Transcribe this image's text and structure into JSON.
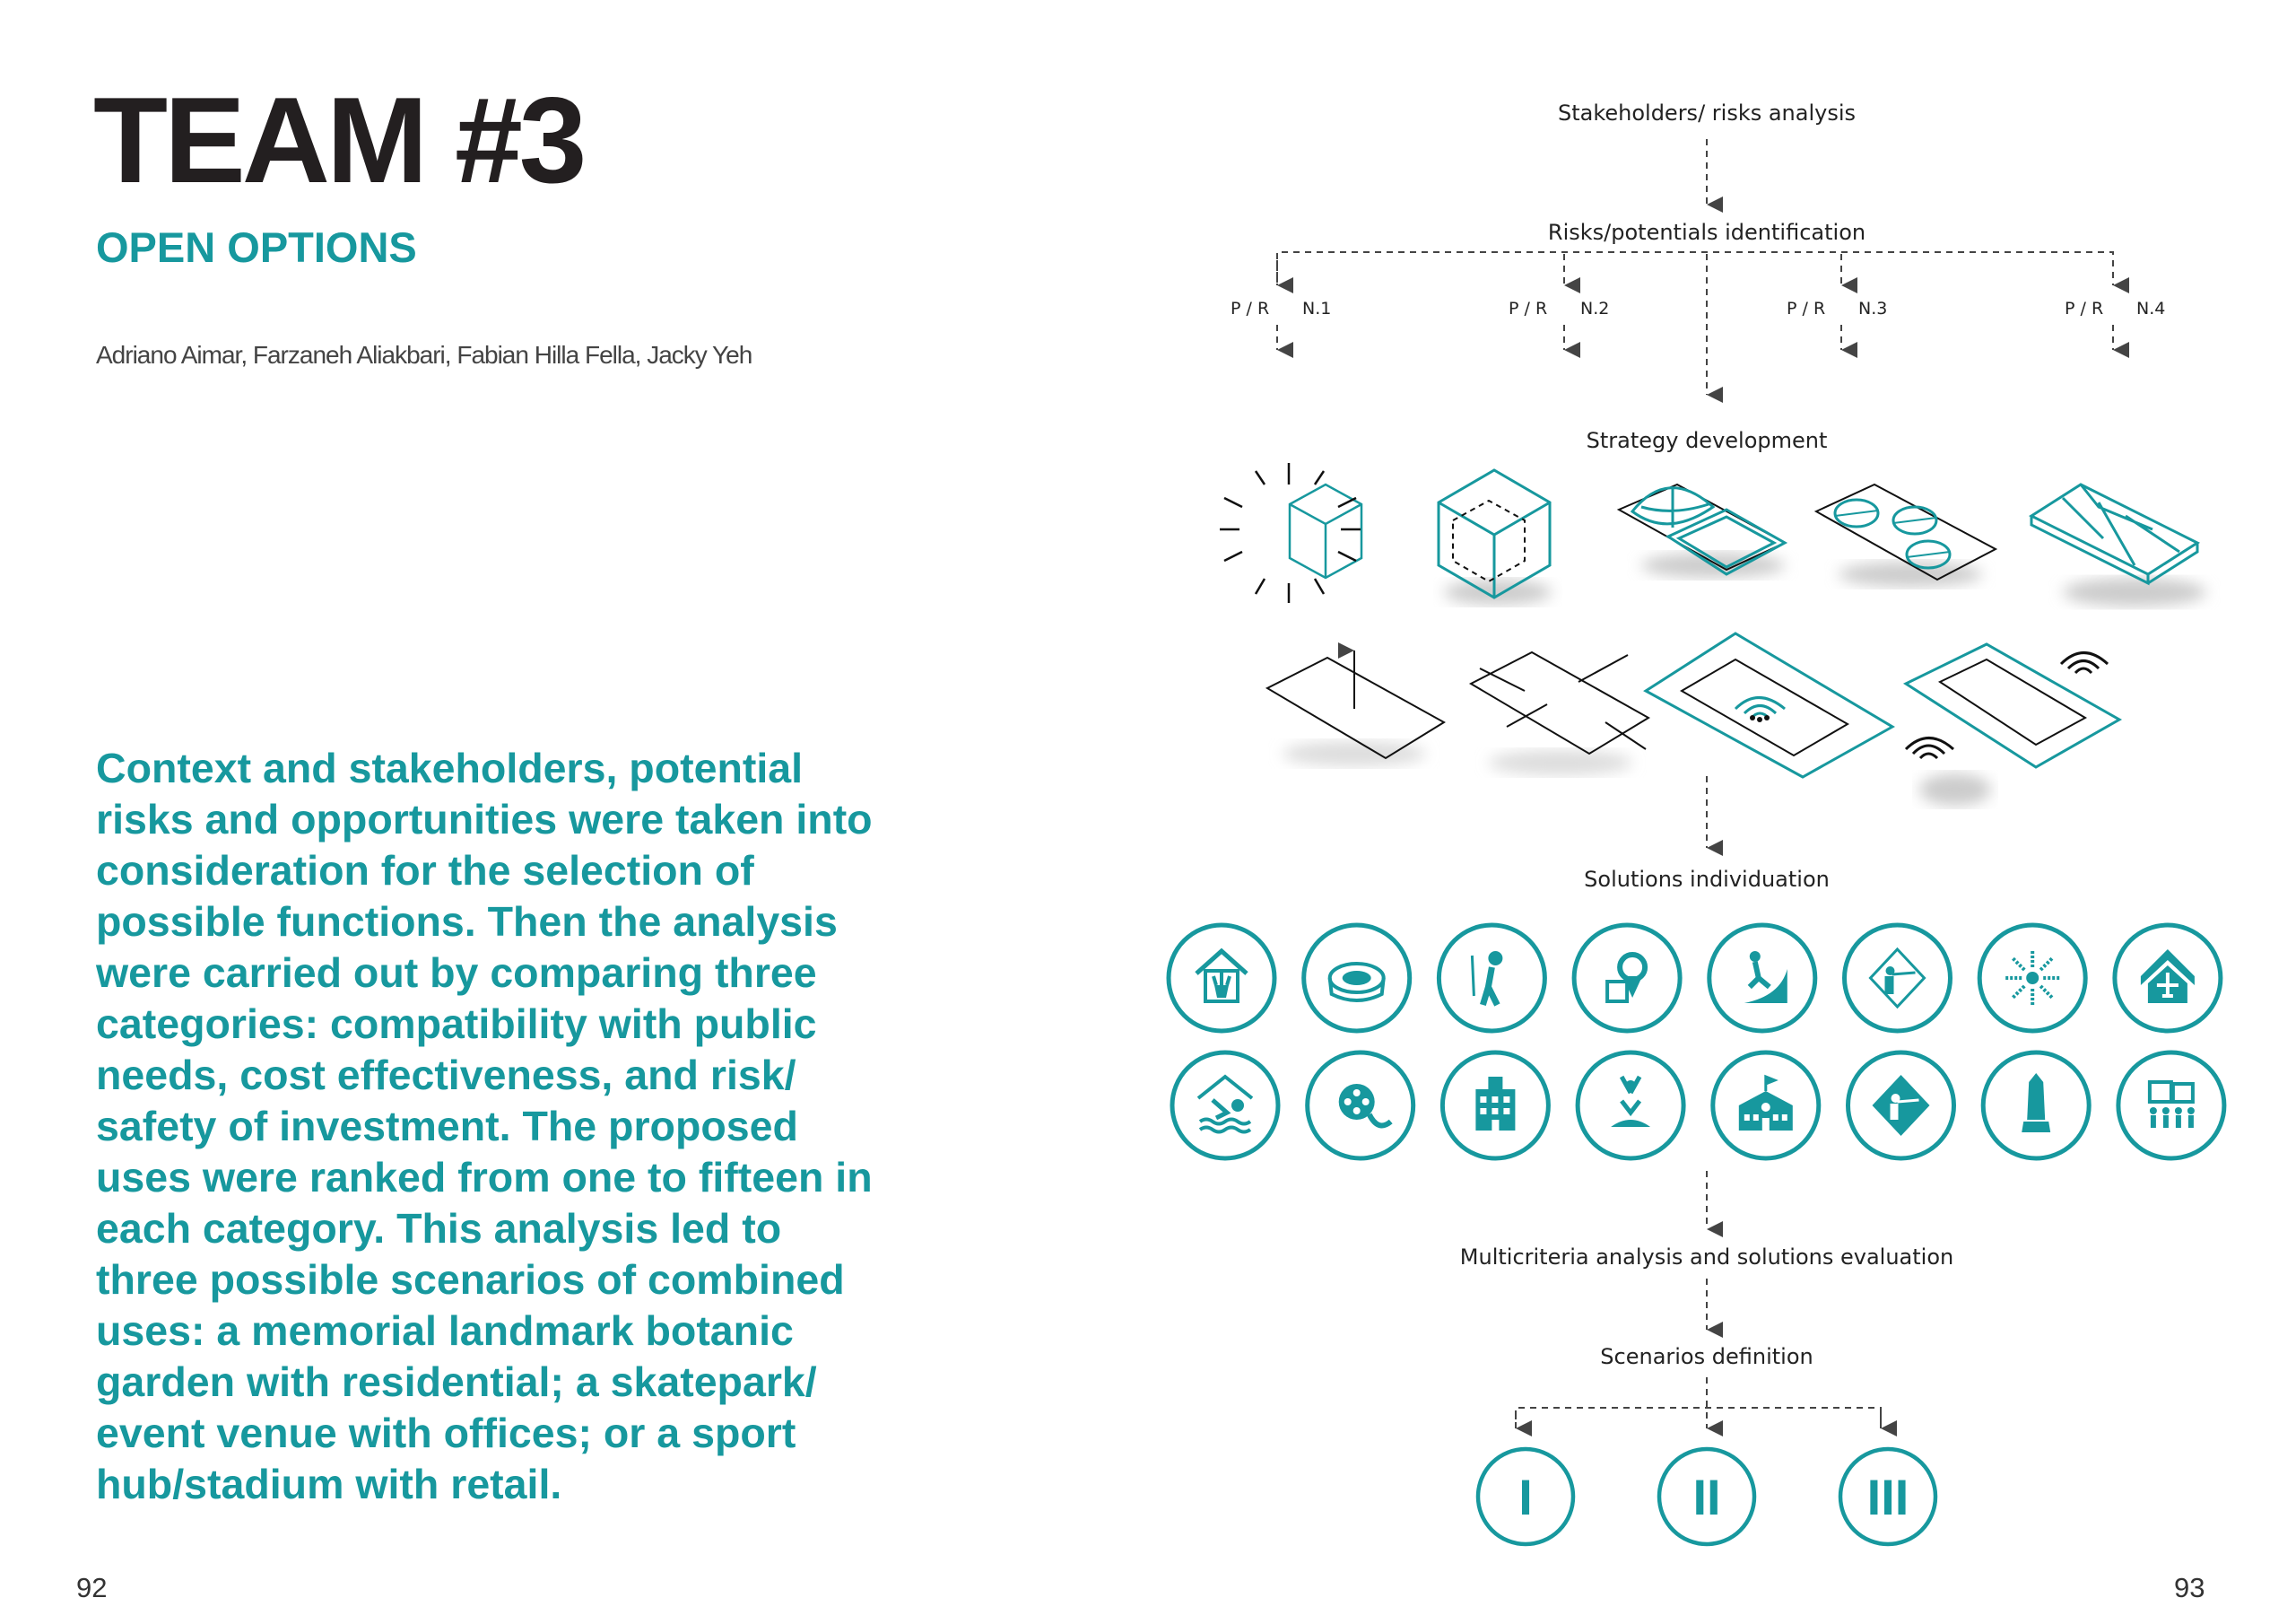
{
  "left_page": {
    "title": "TEAM #3",
    "subtitle": "OPEN OPTIONS",
    "authors": "Adriano Aimar, Farzaneh Aliakbari, Fabian Hilla Fella, Jacky Yeh",
    "paragraph": "Context and stakeholders, potential risks and opportunities were taken into consideration for the selection of possible functions. Then the analysis were carried out by comparing three categories: compatibility with public needs, cost effectiveness, and risk/ safety of investment. The proposed uses were ranked from one to fifteen in each category. This analysis led to three possible scenarios of combined uses: a memorial landmark botanic garden with residential; a skatepark/ event venue with offices; or a sport hub/stadium with retail.",
    "page_number": "92"
  },
  "right_page": {
    "page_number": "93",
    "flow": {
      "step1": "Stakeholders/ risks analysis",
      "step2": "Risks/potentials identification",
      "branches": [
        {
          "pr": "P / R",
          "n": "N.1"
        },
        {
          "pr": "P / R",
          "n": "N.2"
        },
        {
          "pr": "P / R",
          "n": "N.3"
        },
        {
          "pr": "P / R",
          "n": "N.4"
        }
      ],
      "step3": "Strategy development",
      "step4": "Solutions individuation",
      "step5": "Multicriteria analysis and solutions evaluation",
      "step6": "Scenarios definition",
      "scenarios": [
        "I",
        "II",
        "III"
      ]
    },
    "solution_icons": [
      "botanic-house-icon",
      "stadium-icon",
      "golf-icon",
      "map-pin-museum-icon",
      "skatepark-icon",
      "shooting-range-icon",
      "fireworks-icon",
      "airport-house-icon",
      "swimming-icon",
      "film-reel-icon",
      "hospital-icon",
      "yoga-icon",
      "school-icon",
      "shooting-diamond-icon",
      "obelisk-memorial-icon",
      "exhibition-icon"
    ],
    "accent_color": "#17989e"
  }
}
